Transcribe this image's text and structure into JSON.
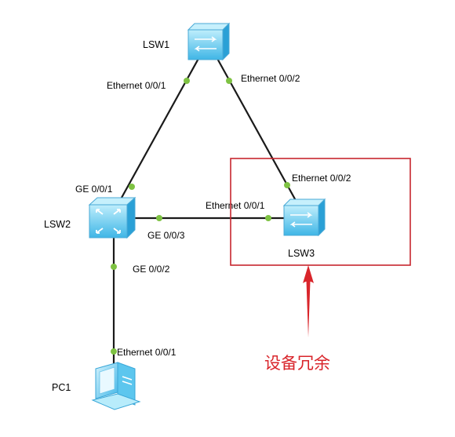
{
  "devices": {
    "lsw1": {
      "name": "LSW1",
      "type": "switch"
    },
    "lsw2": {
      "name": "LSW2",
      "type": "core-switch"
    },
    "lsw3": {
      "name": "LSW3",
      "type": "switch"
    },
    "pc1": {
      "name": "PC1",
      "type": "pc"
    }
  },
  "links": [
    {
      "id": "lsw1-lsw2",
      "a_port": "Ethernet 0/0/1",
      "b_port": "GE 0/0/1"
    },
    {
      "id": "lsw1-lsw3",
      "a_port": "Ethernet 0/0/2",
      "b_port": "Ethernet 0/0/2"
    },
    {
      "id": "lsw2-lsw3",
      "a_port": "GE 0/0/3",
      "b_port": "Ethernet 0/0/1"
    },
    {
      "id": "lsw2-pc1",
      "a_port": "GE 0/0/2",
      "b_port": "Ethernet 0/0/1"
    }
  ],
  "annotation": {
    "text": "设备冗余",
    "color": "#d9252b"
  },
  "colors": {
    "link": "#1a1a1a",
    "port_dot": "#7ec242",
    "device_body": "#5fc8ee",
    "device_top": "#a9e4f7",
    "highlight_box": "#c7262e"
  }
}
